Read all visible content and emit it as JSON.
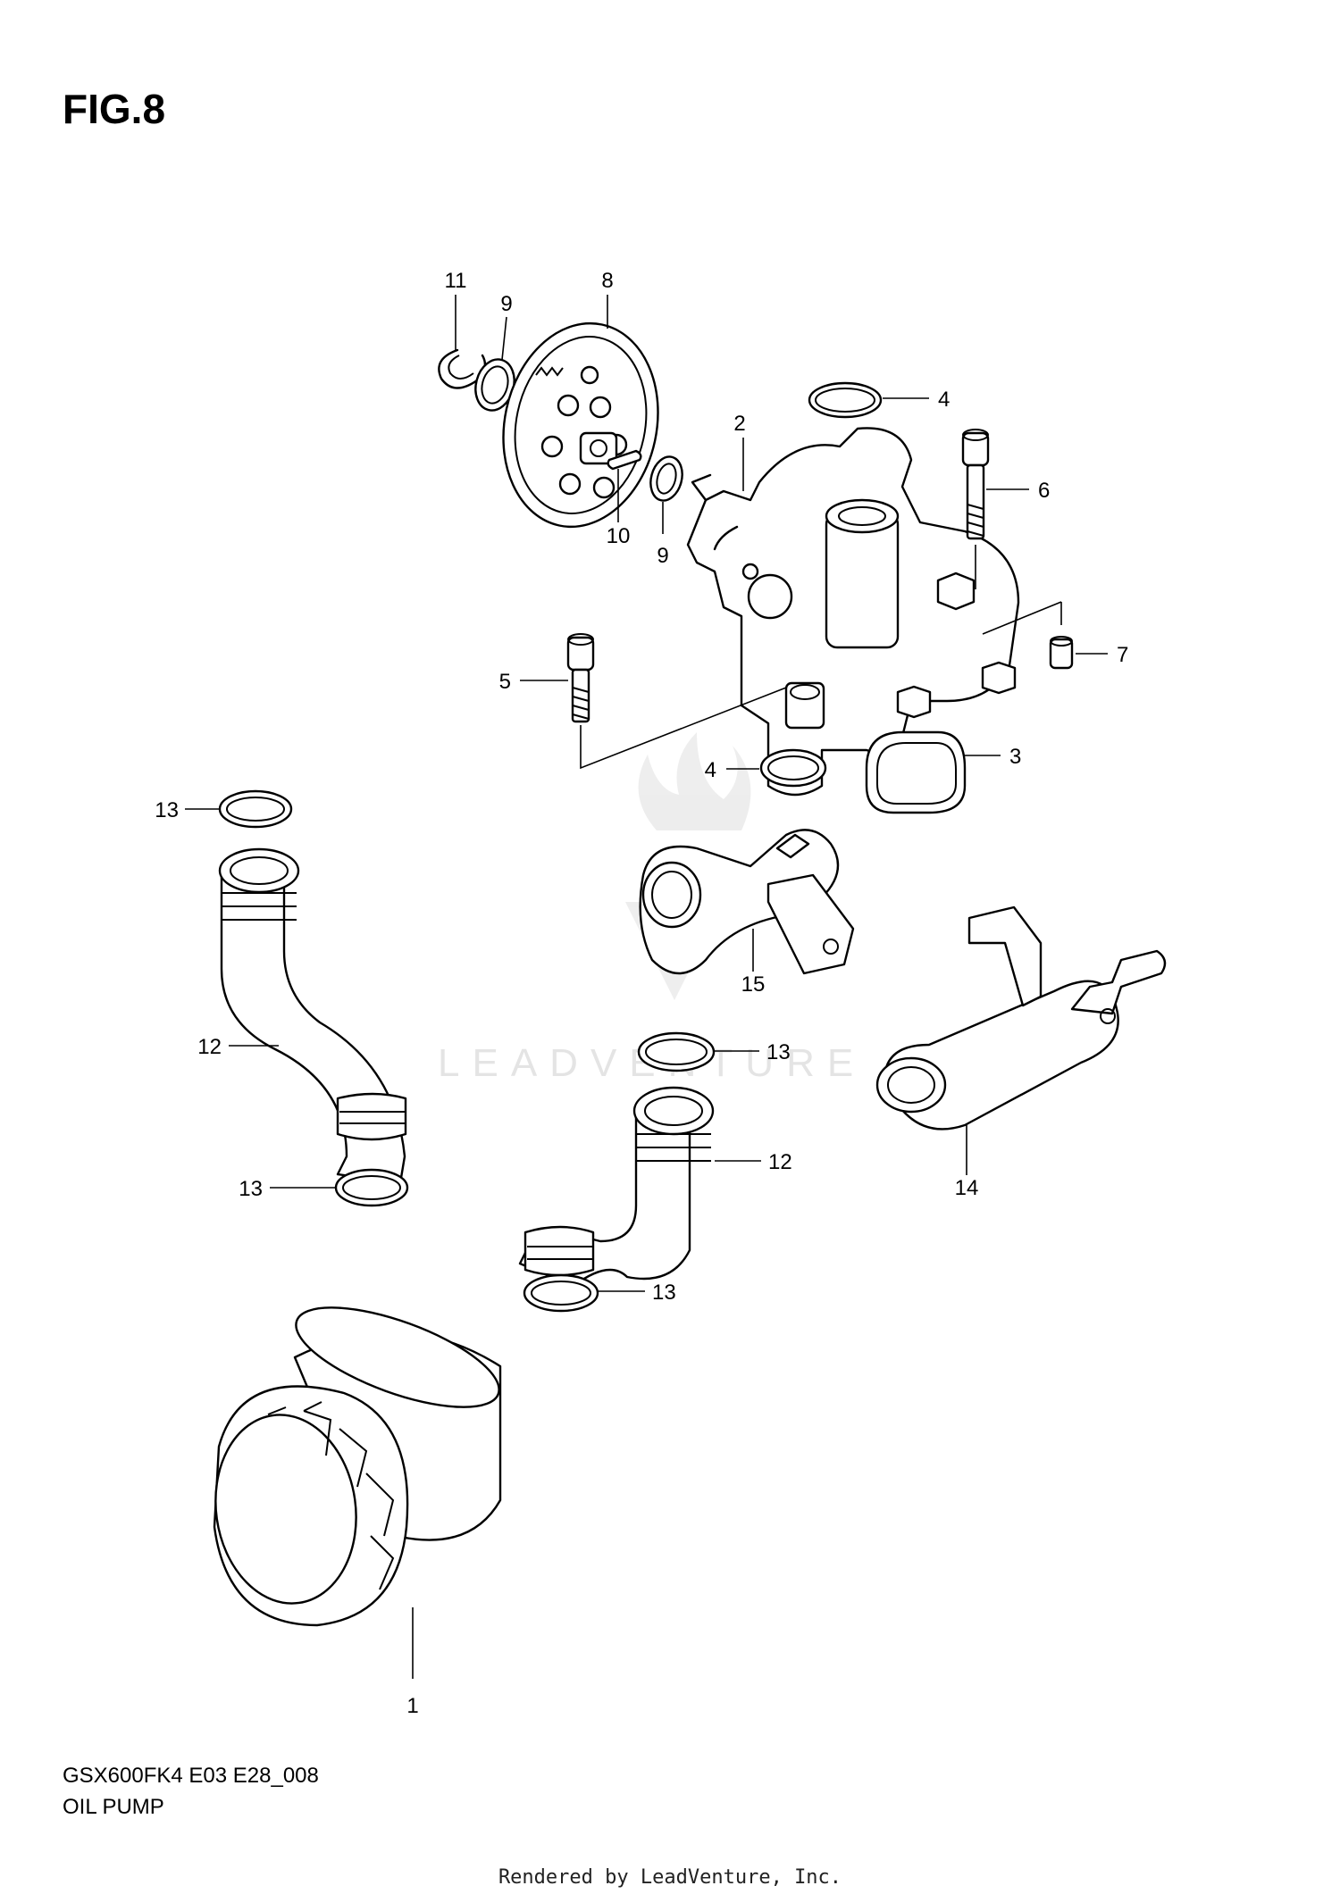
{
  "figure": {
    "title": "FIG.8",
    "model_code": "GSX600FK4 E03 E28_008",
    "assembly_name": "OIL PUMP",
    "credit": "Rendered by LeadVenture, Inc.",
    "watermark": "LEADVENTURE"
  },
  "callouts": {
    "c1": "1",
    "c2": "2",
    "c3": "3",
    "c4a": "4",
    "c4b": "4",
    "c5": "5",
    "c6": "6",
    "c7": "7",
    "c8": "8",
    "c9a": "9",
    "c9b": "9",
    "c10": "10",
    "c11": "11",
    "c12a": "12",
    "c12b": "12",
    "c13a": "13",
    "c13b": "13",
    "c13c": "13",
    "c13d": "13",
    "c14": "14",
    "c15": "15"
  }
}
